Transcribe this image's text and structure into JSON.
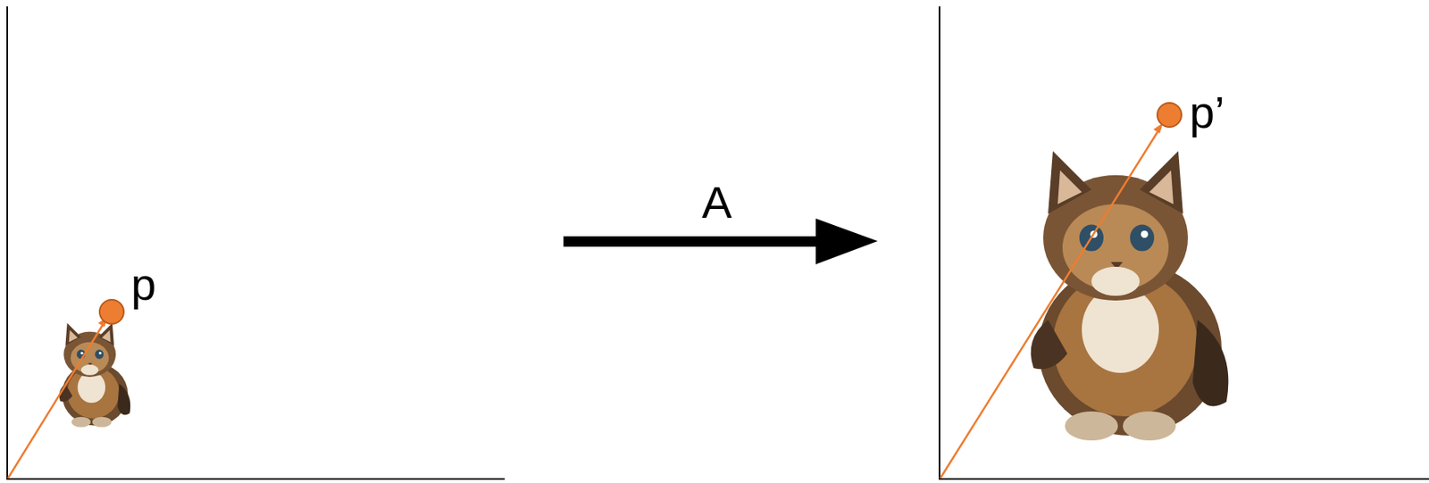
{
  "diagram": {
    "labels": [
      "p",
      "A",
      "p’"
    ]
  }
}
